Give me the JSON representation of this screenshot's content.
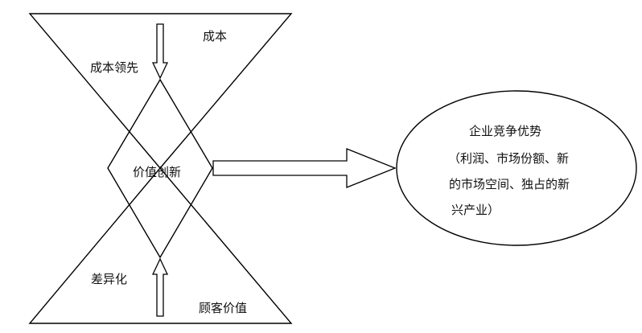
{
  "diagram": {
    "top_triangle_label": "成本",
    "top_arrow_label": "成本领先",
    "center_label": "价值创新",
    "bottom_arrow_label": "差异化",
    "bottom_triangle_label": "顾客价值",
    "result": {
      "title": "企业竞争优势",
      "line1": "（利润、市场份额、新",
      "line2": "的市场空间、独占的新",
      "line3": "兴产业）"
    }
  }
}
